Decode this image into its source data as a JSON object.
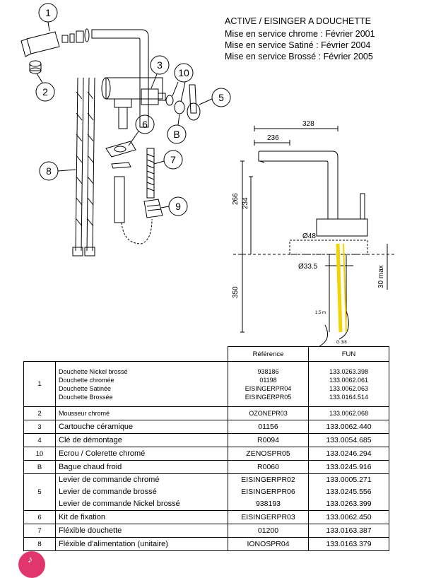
{
  "header": {
    "title": "ACTIVE / EISINGER A DOUCHETTE",
    "lines": [
      "Mise en service chrome : Février 2001",
      "Mise en service Satiné : Février 2004",
      "Mise en service Brossé : Février 2005"
    ]
  },
  "callouts": [
    "1",
    "2",
    "3",
    "10",
    "5",
    "B",
    "6",
    "7",
    "8",
    "9"
  ],
  "dimensions": {
    "total_width": "328",
    "spout_width": "236",
    "height_total": "266",
    "height_spout": "234",
    "diameter_base": "Ø48",
    "diameter_hole": "Ø33.5",
    "max_thickness": "30 max",
    "hose_length": "350",
    "hose_len_label": "1.5 m",
    "thread_label": "G 3/8"
  },
  "table": {
    "col_reference": "Référence",
    "col_fun": "FUN",
    "rows": [
      {
        "num": "1",
        "size": "sm",
        "lines": [
          {
            "des": "Douchette Nickel brossé",
            "ref": "938186",
            "fun": "133.0263.398"
          },
          {
            "des": "Douchette chromée",
            "ref": "01198",
            "fun": "133.0062.061"
          },
          {
            "des": "Douchette Satinée",
            "ref": "EISINGERPR04",
            "fun": "133.0062.063"
          },
          {
            "des": "Douchette Brossée",
            "ref": "EISINGERPR05",
            "fun": "133.0164.514"
          }
        ]
      },
      {
        "num": "2",
        "size": "sm",
        "lines": [
          {
            "des": "Mousseur chromé",
            "ref": "OZONEPR03",
            "fun": "133.0062.068"
          }
        ]
      },
      {
        "num": "3",
        "size": "big",
        "lines": [
          {
            "des": "Cartouche céramique",
            "ref": "01156",
            "fun": "133.0062.440"
          }
        ]
      },
      {
        "num": "4",
        "size": "big",
        "lines": [
          {
            "des": "Clé de démontage",
            "ref": "R0094",
            "fun": "133.0054.685"
          }
        ]
      },
      {
        "num": "10",
        "size": "big",
        "lines": [
          {
            "des": "Ecrou / Colerette chromé",
            "ref": "ZENOSPR05",
            "fun": "133.0246.294"
          }
        ]
      },
      {
        "num": "B",
        "size": "big",
        "lines": [
          {
            "des": "Bague chaud froid",
            "ref": "R0060",
            "fun": "133.0245.916"
          }
        ]
      },
      {
        "num": "5",
        "size": "big",
        "lines": [
          {
            "des": "Levier de commande chromé",
            "ref": "EISINGERPR02",
            "fun": "133.0005.271"
          },
          {
            "des": "Levier de commande brossé",
            "ref": "EISINGERPR06",
            "fun": "133.0245.556"
          },
          {
            "des": "Levier de commande Nickel brossé",
            "ref": "938193",
            "fun": "133.0263.399"
          }
        ]
      },
      {
        "num": "6",
        "size": "big",
        "lines": [
          {
            "des": "Kit de fixation",
            "ref": "EISINGERPR03",
            "fun": "133.0062.450"
          }
        ]
      },
      {
        "num": "7",
        "size": "big",
        "lines": [
          {
            "des": "Fléxible douchette",
            "ref": "01200",
            "fun": "133.0163.387"
          }
        ]
      },
      {
        "num": "8",
        "size": "big",
        "lines": [
          {
            "des": "Fléxible d'alimentation (unitaire)",
            "ref": "IONOSPR04",
            "fun": "133.0163.379"
          }
        ]
      }
    ]
  }
}
